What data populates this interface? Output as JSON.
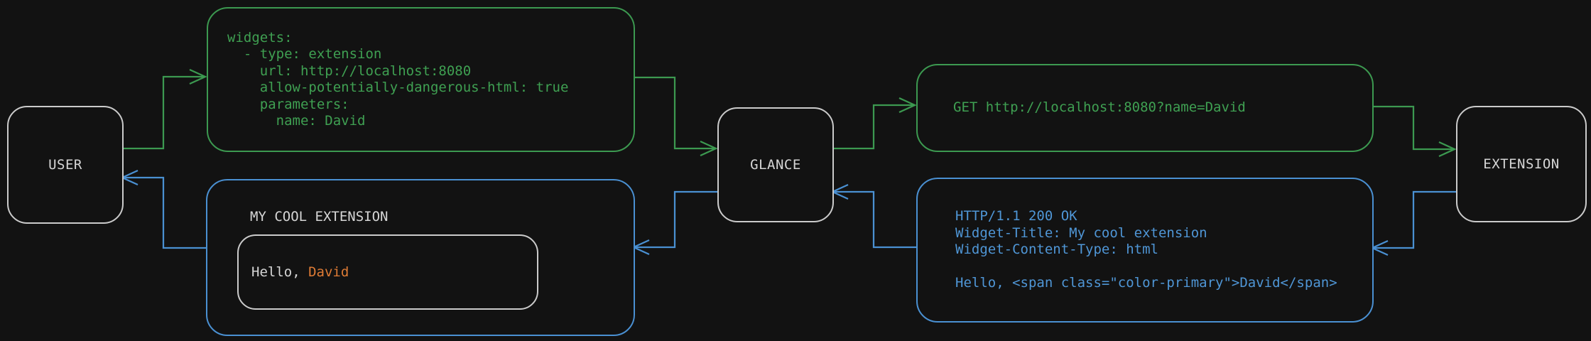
{
  "colors": {
    "background": "#121212",
    "green": "#3c9950",
    "green_text": "#3fa052",
    "blue": "#4a90d2",
    "blue_text": "#4f96d6",
    "orange": "#de7b35",
    "node_border": "#cbcbcb",
    "text_light": "#d6d6d6"
  },
  "nodes": {
    "user": {
      "label": "USER"
    },
    "glance": {
      "label": "GLANCE"
    },
    "extension": {
      "label": "EXTENSION"
    }
  },
  "config_box": {
    "code": "widgets:\n  - type: extension\n    url: http://localhost:8080\n    allow-potentially-dangerous-html: true\n    parameters:\n      name: David"
  },
  "request_box": {
    "code": "GET http://localhost:8080?name=David"
  },
  "response_box": {
    "code": "HTTP/1.1 200 OK\nWidget-Title: My cool extension\nWidget-Content-Type: html\n\nHello, <span class=\"color-primary\">David</span>"
  },
  "render_box": {
    "title": "MY COOL EXTENSION",
    "greeting_prefix": "Hello, ",
    "greeting_name": "David"
  }
}
